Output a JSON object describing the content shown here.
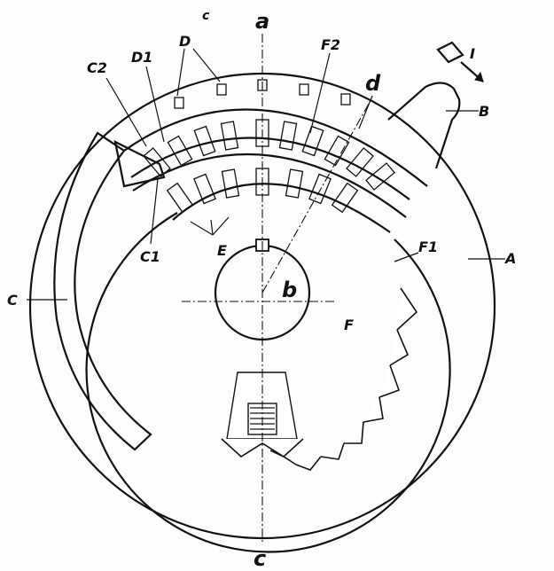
{
  "labels": {
    "a": "a",
    "b": "b",
    "c_bottom": "c",
    "d": "d",
    "A": "A",
    "B": "B",
    "C": "C",
    "C1": "C1",
    "C2": "C2",
    "D": "D",
    "D1": "D1",
    "E": "E",
    "F": "F",
    "F1": "F1",
    "F2": "F2",
    "I": "I",
    "small_c": "c"
  }
}
